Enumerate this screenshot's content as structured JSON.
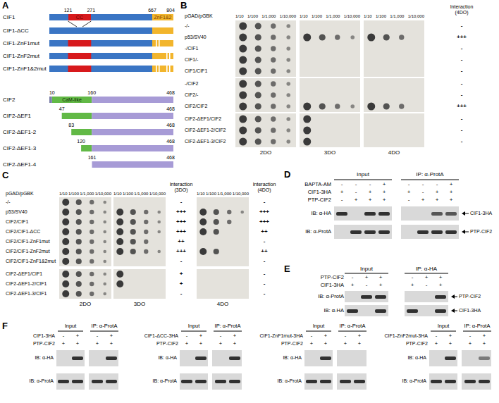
{
  "diagram": {
    "nodes": [
      {
        "text": [
          "CC"
        ]
      },
      {
        "text": [
          "ZnF1&2"
        ]
      },
      {
        "text": [
          "CaM-like"
        ]
      }
    ],
    "labels": [
      "A",
      "121",
      "271",
      "667",
      "804",
      "CIF1",
      "CIF1-ΔCC",
      "CIF1-ZnF1mut",
      "CIF1-ZnF2mut",
      "CIF1-ZnF1&2mut",
      "10",
      "160",
      "468",
      "CIF2",
      "47",
      "468",
      "CIF2-ΔEF1",
      "83",
      "468",
      "CIF2-ΔEF1-2",
      "120",
      "468",
      "CIF2-ΔEF1-3",
      "161",
      "468",
      "CIF2-ΔEF1-4",
      "B",
      "pGAD/pGBK",
      "1/10",
      "1/100",
      "1/1,000",
      "1/10,000",
      "1/10",
      "1/100",
      "1/1,000",
      "1/10,000",
      "1/10",
      "1/100",
      "1/1,000",
      "1/10,000",
      "Interaction (4DO)",
      "-/-",
      "-",
      "p53/SV40",
      "+++",
      "-/CIF1",
      "-",
      "CIF1/-",
      "-",
      "CIF1/CIF1",
      "-",
      "-/CIF2",
      "-",
      "CIF2/-",
      "-",
      "CIF2/CIF2",
      "+++",
      "CIF2-ΔEF1/CIF2",
      "-",
      "CIF2-ΔEF1-2/CIF2",
      "-",
      "CIF2-ΔEF1-3/CIF2",
      "-",
      "2DO",
      "3DO",
      "4DO",
      "C",
      "pGAD/pGBK",
      "1/10",
      "1/100",
      "1/1,000",
      "1/10,000",
      "1/10",
      "1/100",
      "1/1,000",
      "1/10,000",
      "Interaction (3DO)",
      "1/10",
      "1/100",
      "1/1,000",
      "1/10,000",
      "Interaction (4DO)",
      "-/-",
      "-",
      "-",
      "p53/SV40",
      "+++",
      "+++",
      "CIF2/CIF1",
      "+++",
      "+++",
      "CIF2/CIF1-ΔCC",
      "+++",
      "++",
      "CIF2/CIF1-ZnF1mut",
      "++",
      "-",
      "CIF2/CIF1-ZnF2mut",
      "+++",
      "++",
      "CIF2/CIF1-ZnF1&2mut",
      "-",
      "-",
      "CIF2-ΔEF1/CIF1",
      "+",
      "-",
      "CIF2-ΔEF1-2/CIF1",
      "+",
      "-",
      "CIF2-ΔEF1-3/CIF1",
      "-",
      "-",
      "2DO",
      "3DO",
      "4DO",
      "D",
      "Input",
      "IP: α-ProtA",
      "BAPTA-AM",
      "-",
      "-",
      "-",
      "+",
      "-",
      "-",
      "-",
      "+",
      "CIF1-3HA",
      "+",
      "-",
      "+",
      "+",
      "+",
      "-",
      "+",
      "+",
      "PTP-CIF2",
      "-",
      "+",
      "+",
      "+",
      "-",
      "+",
      "+",
      "+",
      "IB: α-HA",
      "CIF1-3HA",
      "IB: α-ProtA",
      "PTP-CIF2",
      "E",
      "Input",
      "IP: α-HA",
      "PTP-CIF2",
      "-",
      "+",
      "+",
      "-",
      "+",
      "+",
      "CIF1-3HA",
      "+",
      "-",
      "+",
      "+",
      "-",
      "+",
      "IB: α-ProtA",
      "PTP-CIF2",
      "IB: α-HA",
      "CIF1-3HA",
      "F",
      "Input",
      "IP: α-ProtA",
      "CIF1-3HA",
      "-",
      "+",
      "-",
      "+",
      "PTP-CIF2",
      "+",
      "+",
      "+",
      "+",
      "IB: α-HA",
      "IB: α-ProtA",
      "Input",
      "IP: α-ProtA",
      "CIF1-ΔCC-3HA",
      "-",
      "+",
      "-",
      "+",
      "PTP-CIF2",
      "+",
      "+",
      "+",
      "+",
      "IB: α-HA",
      "IB: α-ProtA",
      "Input",
      "IP: α-ProtA",
      "CIF1-ZnF1mut-3HA",
      "-",
      "+",
      "-",
      "+",
      "PTP-CIF2",
      "+",
      "+",
      "+",
      "+",
      "IB: α-HA",
      "IB: α-ProtA",
      "Input",
      "IP: α-ProtA",
      "CIF1-ZnF2mut-3HA",
      "-",
      "+",
      "-",
      "+",
      "PTP-CIF2",
      "+",
      "+",
      "+",
      "+",
      "IB: α-HA",
      "IB: α-ProtA"
    ]
  }
}
